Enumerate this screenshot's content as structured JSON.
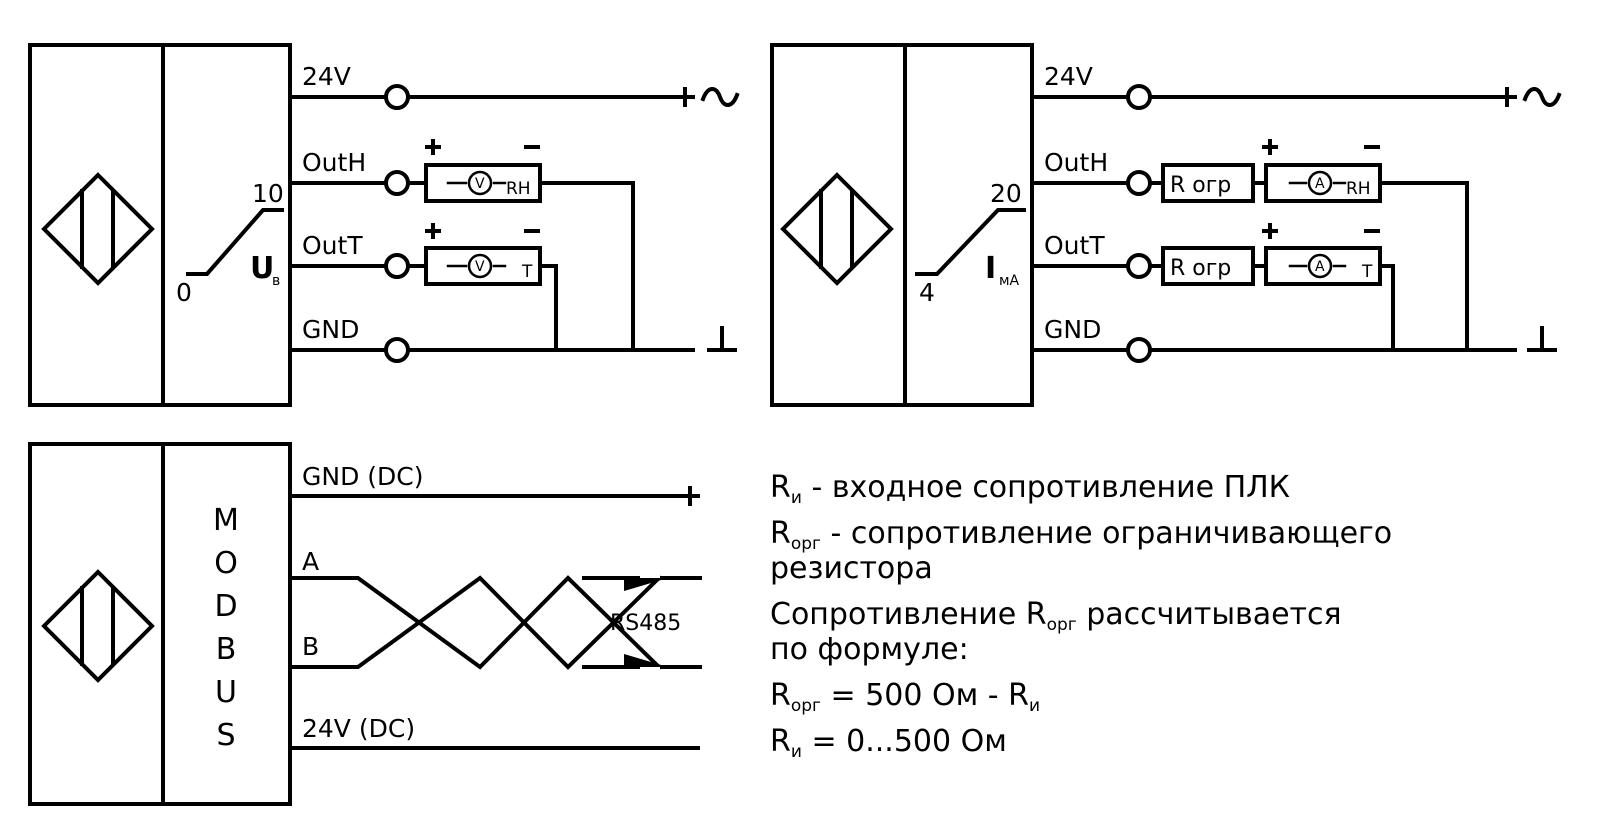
{
  "voltage_diagram": {
    "supply_label": "24V",
    "outh_label": "OutH",
    "outt_label": "OutT",
    "gnd_label": "GND",
    "range_high": "10",
    "range_low": "0",
    "signal_main": "U",
    "signal_sub": "в",
    "meter_symbol": "V",
    "meter1_tag": "RH",
    "meter2_tag": "T",
    "plus_sign": "+",
    "minus_sign": "-",
    "supply_right": "+~",
    "gnd_right": "-⊥"
  },
  "current_diagram": {
    "supply_label": "24V",
    "outh_label": "OutH",
    "outt_label": "OutT",
    "gnd_label": "GND",
    "range_high": "20",
    "range_low": "4",
    "signal_main": "I",
    "signal_sub": "мА",
    "resistor_label": "R огр",
    "meter_symbol": "A",
    "meter1_tag": "RH",
    "meter2_tag": "T",
    "plus_sign": "+",
    "minus_sign": "-",
    "supply_right": "+~",
    "gnd_right": "-⊥"
  },
  "modbus_diagram": {
    "letters": [
      "M",
      "O",
      "D",
      "B",
      "U",
      "S"
    ],
    "gnd_label": "GND (DC)",
    "a_label": "A",
    "b_label": "B",
    "supply_label": "24V (DC)",
    "bus_label": "RS485",
    "top_right_sign": "+",
    "bottom_right_sign": "-"
  },
  "legend": {
    "line1_main": "R",
    "line1_sub": "и",
    "line1_text": " - входное сопротивление ПЛК",
    "line2_main": "R",
    "line2_sub": "орг",
    "line2_text": " - сопротивление ограничивающего",
    "line2_cont": "резистора",
    "line3_text": "Сопротивление R",
    "line3_sub": "орг",
    "line3_rest": " рассчитывается",
    "line3_cont": "по формуле:",
    "line4_main": "R",
    "line4_sub": "орг",
    "line4_text": " = 500 Ом - R",
    "line4_sub2": "и",
    "line5_main": "R",
    "line5_sub": "и",
    "line5_text": " = 0...500 Ом"
  }
}
